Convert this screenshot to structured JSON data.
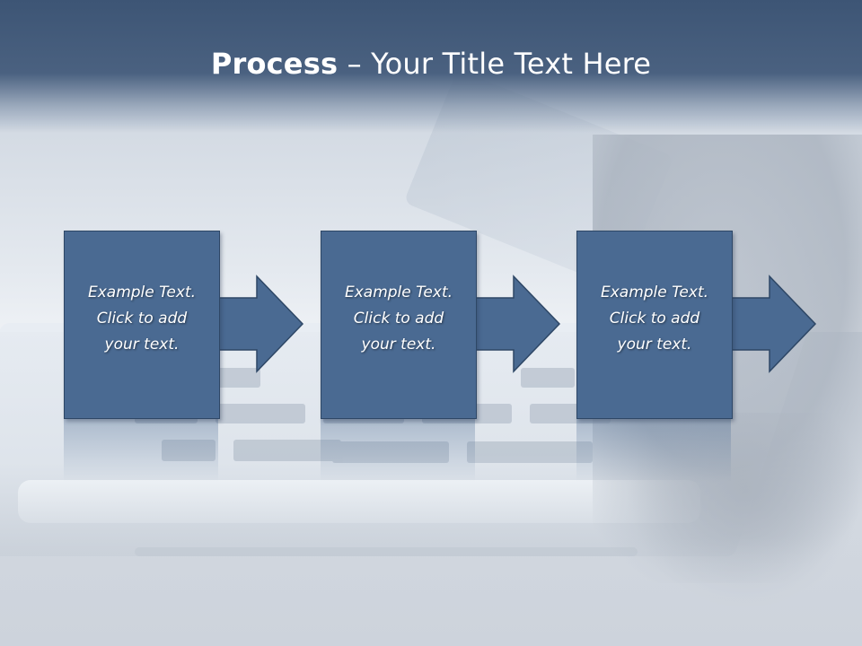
{
  "title": {
    "bold": "Process",
    "rest": " – Your Title Text Here"
  },
  "steps": [
    {
      "line1": "Example Text.",
      "line2": "Click  to add",
      "line3": "your text."
    },
    {
      "line1": "Example Text.",
      "line2": "Click  to add",
      "line3": "your text."
    },
    {
      "line1": "Example Text.",
      "line2": "Click  to add",
      "line3": "your text."
    }
  ],
  "colors": {
    "header": "#3d5575",
    "box": "#4a6a92",
    "box_border": "#2e4766",
    "title_text": "#ffffff"
  },
  "icons": [
    "arrow-right-icon"
  ]
}
